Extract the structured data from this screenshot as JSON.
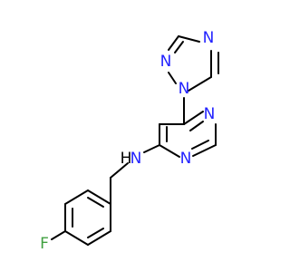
{
  "molecule": {
    "atoms": {
      "n_triazole_top": "N",
      "n_triazole_left": "N",
      "n_triazole_link": "N",
      "n_pyrimidine_top": "N",
      "n_pyrimidine_bottom": "N",
      "n_amine": "N",
      "h_amine": "H",
      "fluorine": "F"
    },
    "colors": {
      "nitrogen": "#2323ff",
      "fluorine": "#40a040",
      "bond": "#000000"
    }
  }
}
